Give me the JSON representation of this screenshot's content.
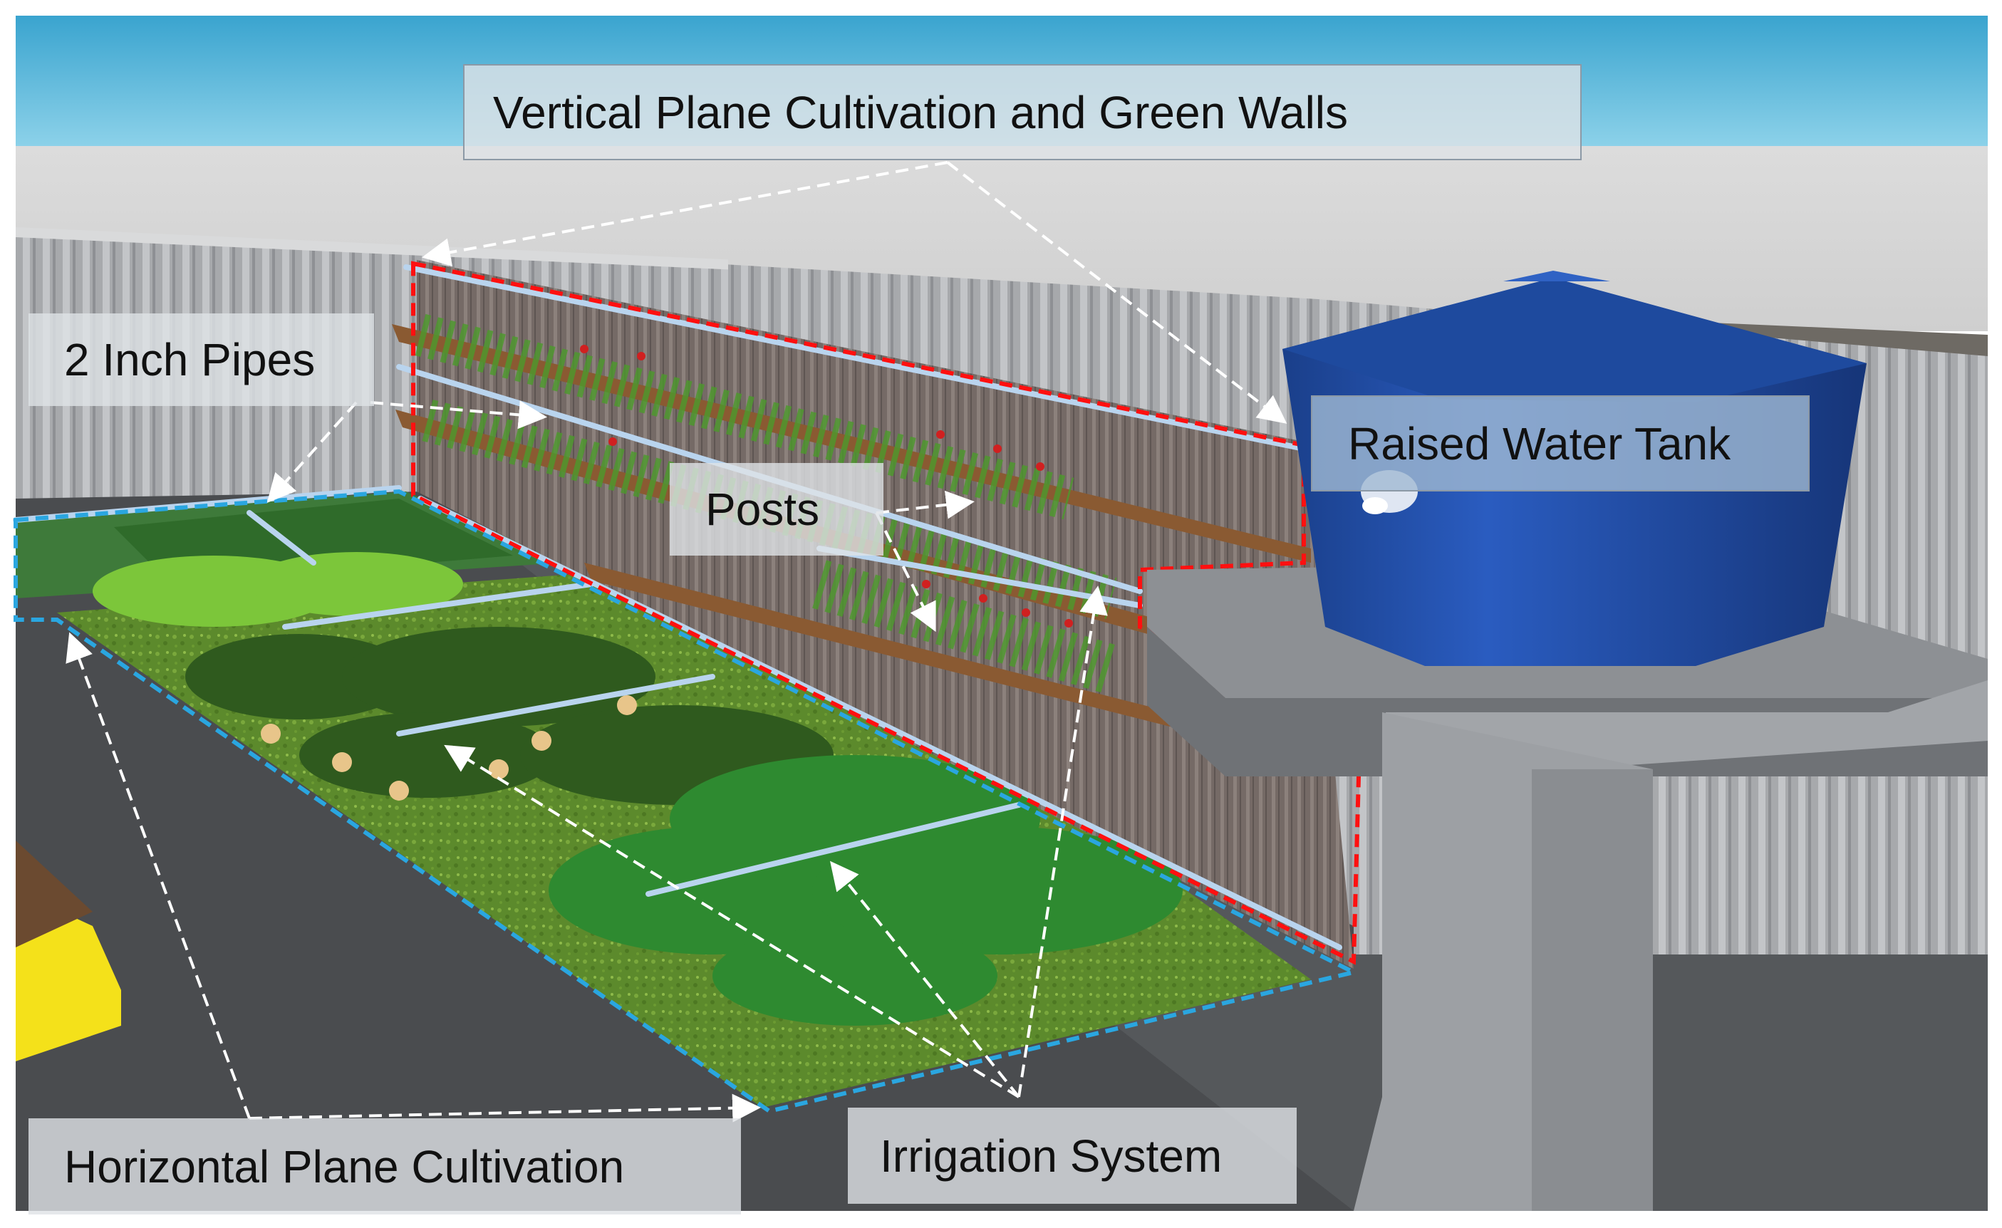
{
  "labels": {
    "vertical": "Vertical Plane Cultivation and Green Walls",
    "pipes": "2 Inch Pipes",
    "tank": "Raised Water Tank",
    "posts": "Posts",
    "horizontal": "Horizontal Plane Cultivation",
    "irrigation": "Irrigation System"
  },
  "colors": {
    "sky": "#5ab8da",
    "tank": "#1f4fa6",
    "concrete": "#9fa2a6",
    "ground": "#484a4d",
    "bed": "#6a9a34",
    "vertical_outline": "#ff1010",
    "horizontal_outline": "#2aa6e0",
    "arrow": "#ffffff"
  }
}
